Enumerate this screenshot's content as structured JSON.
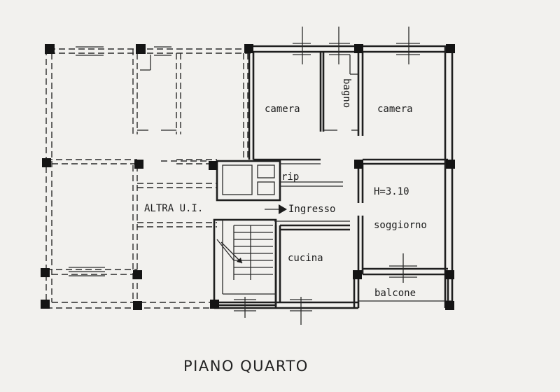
{
  "plan": {
    "title": "PIANO QUARTO",
    "rooms": {
      "camera_left": "camera",
      "bagno": "bagno",
      "camera_right": "camera",
      "rip": "rip",
      "height": "H=3.10",
      "altra": "ALTRA U.I.",
      "ingresso": "Ingresso",
      "soggiorno": "soggiorno",
      "cucina": "cucina",
      "balcone": "balcone"
    }
  }
}
